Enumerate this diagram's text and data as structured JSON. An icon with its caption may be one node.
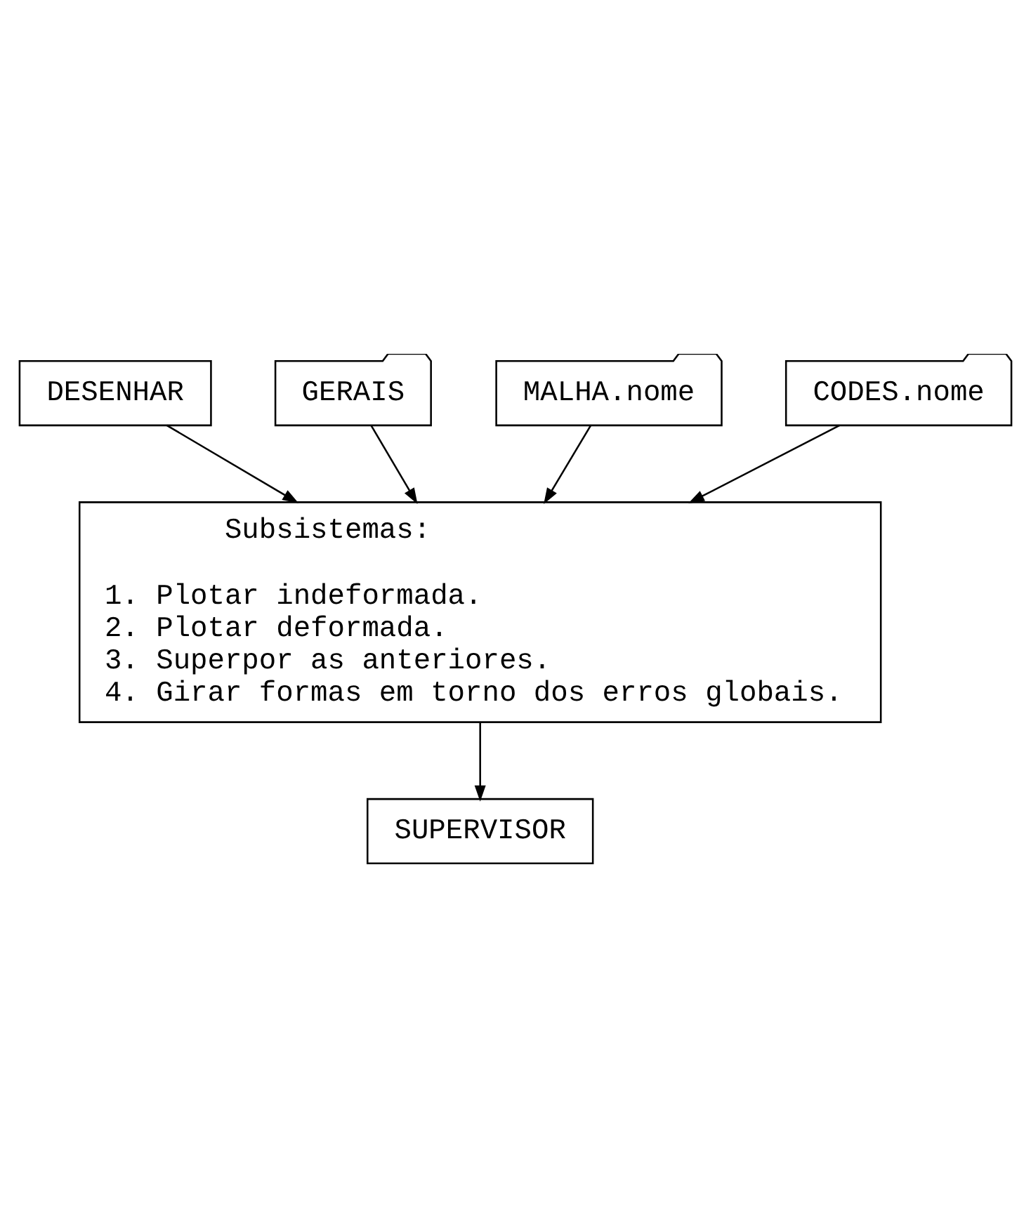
{
  "diagram": {
    "nodes": [
      {
        "text": [
          "DESENHAR"
        ]
      },
      {
        "text": [
          "GERAIS"
        ]
      },
      {
        "text": [
          "MALHA.nome"
        ]
      },
      {
        "text": [
          "CODES.nome"
        ]
      },
      {
        "text": [
          "Subsistemas:",
          "1. Plotar indeformada.",
          "2. Plotar deformada.",
          "3. Superpor as anteriores.",
          "4. Girar formas em torno dos erros globais."
        ]
      },
      {
        "text": [
          "SUPERVISOR"
        ]
      }
    ],
    "edges": [
      {
        "from": 0,
        "to": 4,
        "arrow": "to"
      },
      {
        "from": 1,
        "to": 4,
        "arrow": "to"
      },
      {
        "from": 2,
        "to": 4,
        "arrow": "to"
      },
      {
        "from": 3,
        "to": 4,
        "arrow": "to"
      },
      {
        "from": 4,
        "to": 5,
        "arrow": "to"
      }
    ]
  }
}
